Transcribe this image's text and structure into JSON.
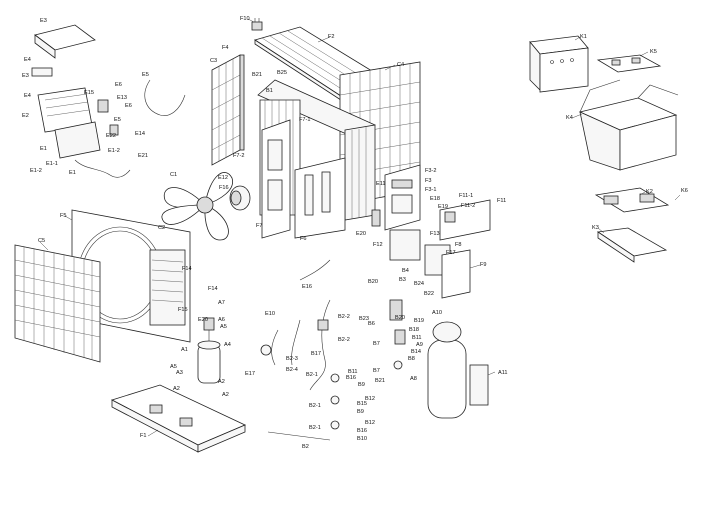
{
  "labels": {
    "F10": "F10",
    "F2": "F2",
    "F4": "F4",
    "C3": "C3",
    "C4": "C4",
    "B21a": "B21",
    "B25": "B25",
    "B1": "B1",
    "F7_1": "F7-1",
    "F7_2": "F7-2",
    "E3a": "E3",
    "E4a": "E4",
    "E3b": "E3",
    "E4b": "E4",
    "E2": "E2",
    "E5a": "E5",
    "E6a": "E6",
    "E13": "E13",
    "E6b": "E6",
    "E15": "E15",
    "E5b": "E5",
    "E14": "E14",
    "E22": "E22",
    "E1": "E1",
    "E1_2a": "E1-2",
    "E21": "E21",
    "E1_2b": "E1-2",
    "E1_1": "E1-1",
    "E1b": "E1",
    "C1": "C1",
    "E12": "E12",
    "F16": "F16",
    "C2": "C2",
    "F7": "F7",
    "F6": "F6",
    "F5": "F5",
    "C5": "C5",
    "F14a": "F14",
    "F14b": "F14",
    "F15": "F15",
    "E11": "E11",
    "F3_2": "F3-2",
    "F3": "F3",
    "F3_1": "F3-1",
    "F11_1": "F11-1",
    "E18": "E18",
    "E19": "E19",
    "F11_2": "F11-2",
    "F11": "F11",
    "E20a": "E20",
    "F12": "F12",
    "F13": "F13",
    "F8": "F8",
    "F17": "F17",
    "F9": "F9",
    "K1": "K1",
    "K5": "K5",
    "K4": "K4",
    "K2": "K2",
    "K6": "K6",
    "K3": "K3",
    "E16": "E16",
    "B20a": "B20",
    "B4": "B4",
    "B3": "B3",
    "B24": "B24",
    "B22": "B22",
    "B23": "B23",
    "B6": "B6",
    "B20b": "B20",
    "B19": "B19",
    "A10": "A10",
    "B18": "B18",
    "B11a": "B11",
    "A9": "A9",
    "B14": "B14",
    "B7a": "B7",
    "B8": "B8",
    "B7b": "B7",
    "B21b": "B21",
    "A8": "A8",
    "A11": "A11",
    "E10": "E10",
    "B2_2a": "B2-2",
    "B2_2b": "B2-2",
    "B17": "B17",
    "B2_3": "B2-3",
    "B2_4": "B2-4",
    "E17": "E17",
    "B2_1a": "B2-1",
    "B11b": "B11",
    "B16a": "B16",
    "B9a": "B9",
    "B2_1b": "B2-1",
    "B12a": "B12",
    "B15": "B15",
    "B9b": "B9",
    "B2_1c": "B2-1",
    "B12b": "B12",
    "B16b": "B16",
    "B10": "B10",
    "B2": "B2",
    "A7": "A7",
    "E20b": "E20",
    "A6": "A6",
    "A5a": "A5",
    "A1": "A1",
    "A4": "A4",
    "A5b": "A5",
    "A3": "A3",
    "A2a": "A2",
    "A2b": "A2",
    "A2c": "A2",
    "F1": "F1"
  }
}
